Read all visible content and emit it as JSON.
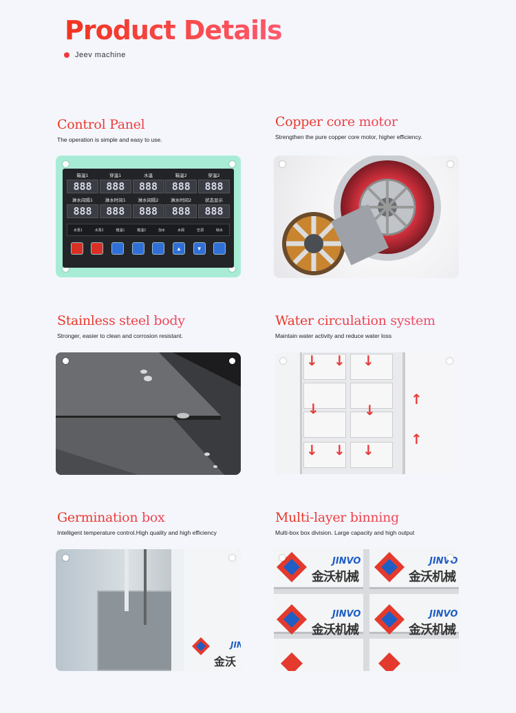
{
  "header": {
    "title": "Product Details",
    "brand": "Jeev machine"
  },
  "features": [
    {
      "title": "Control Panel",
      "desc": "The operation is simple and easy to use."
    },
    {
      "title": "Copper core motor",
      "desc": "Strengthen the pure copper core motor, higher efficiency."
    },
    {
      "title": "Stainless steel body",
      "desc": "Stronger, easier to clean and corrosion resistant."
    },
    {
      "title": "Water circulation system",
      "desc": "Maintain water activity and reduce water loss"
    },
    {
      "title": "Germination box",
      "desc": "Intelligent temperature control.High quality and high efficiency"
    },
    {
      "title": "Multi-layer binning",
      "desc": "Multi-box box division. Large capacity and high output"
    }
  ],
  "control_panel": {
    "row1_labels": [
      "箱温1",
      "穿温1",
      "水温",
      "箱温2",
      "穿温2"
    ],
    "row2_labels": [
      "淋水间隔1",
      "淋水时间1",
      "淋水间隔2",
      "淋水时间2",
      "状态显示"
    ],
    "digits": "888",
    "leds": [
      "水泵1",
      "水泵2",
      "箱温1",
      "箱温2",
      "加水",
      "水阀",
      "空调",
      "缺水"
    ]
  },
  "multi_layer": {
    "logo_text": "JINVO",
    "logo_cn": "金沃机械"
  },
  "germination": {
    "logo_text": "JIN",
    "logo_cn": "金沃"
  },
  "colors": {
    "accent_start": "#f0341f",
    "accent_end": "#ff5a6e",
    "background": "#f4f6fc"
  }
}
